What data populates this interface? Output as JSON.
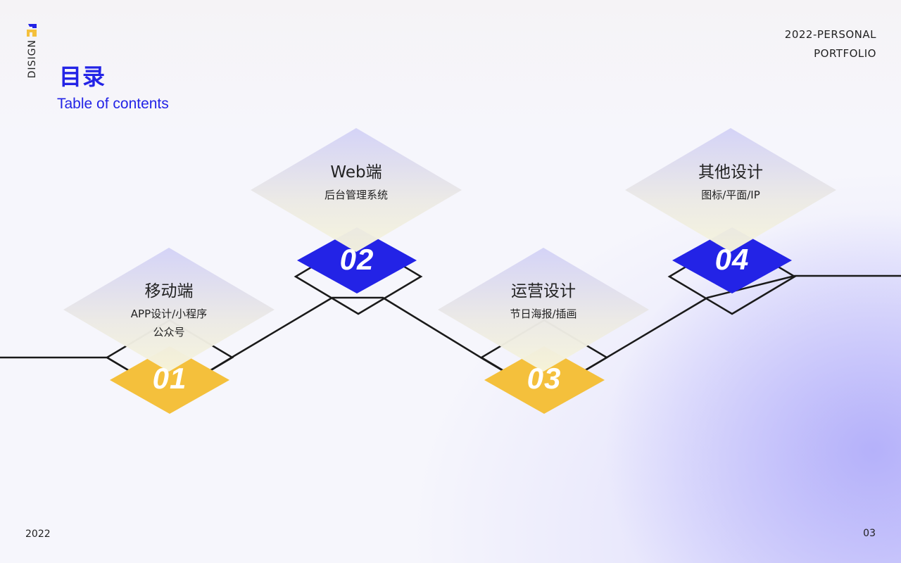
{
  "brand": {
    "logo_text": "DISIGN"
  },
  "title": {
    "cn": "目录",
    "en": "Table of contents"
  },
  "header": {
    "line1": "2022-PERSONAL",
    "line2": "PORTFOLIO"
  },
  "footer": {
    "year": "2022",
    "page": "03"
  },
  "colors": {
    "accent": "#2323e6",
    "yellow": "#f4c03c",
    "line": "#1a1a1a"
  },
  "sections": [
    {
      "number": "01",
      "title": "移动端",
      "subtitle_lines": [
        "APP设计/小程序",
        "公众号"
      ]
    },
    {
      "number": "02",
      "title": "Web端",
      "subtitle_lines": [
        "后台管理系统"
      ]
    },
    {
      "number": "03",
      "title": "运营设计",
      "subtitle_lines": [
        "节日海报/插画"
      ]
    },
    {
      "number": "04",
      "title": "其他设计",
      "subtitle_lines": [
        "图标/平面/IP"
      ]
    }
  ]
}
